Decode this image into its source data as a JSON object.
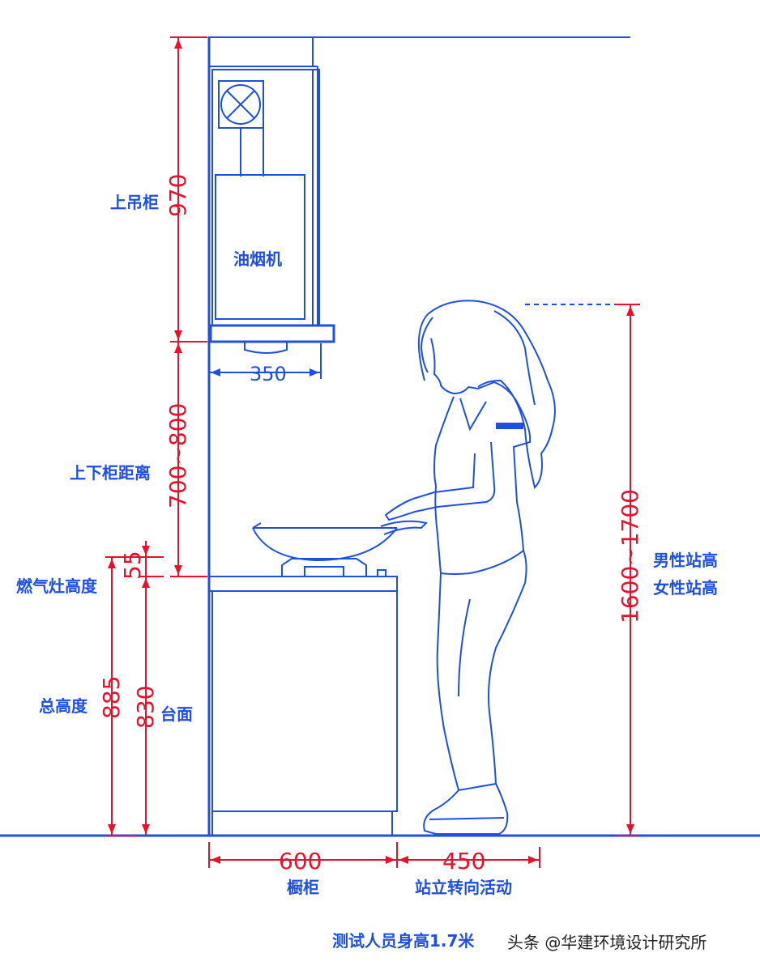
{
  "labels": {
    "upper_cabinet": "上吊柜",
    "range_hood": "油烟机",
    "cabinet_gap": "上下柜距离",
    "stove_height": "燃气灶高度",
    "total_height": "总高度",
    "countertop": "台面",
    "male_standing": "男性站高",
    "female_standing": "女性站高",
    "base_cabinet": "橱柜",
    "standing_turn": "站立转向活动"
  },
  "dimensions": {
    "upper_970": "970",
    "hood_depth_350": "350",
    "gap_700_800": "700~800",
    "stove_55": "55",
    "total_885": "885",
    "counter_830": "830",
    "person_1600_1700": "1600~1700",
    "cabinet_600": "600",
    "space_450": "450"
  },
  "footer": {
    "note": "测试人员身高1.7米",
    "source": "头条 @华建环境设计研究所"
  },
  "colors": {
    "line": "#1f4fe0",
    "dimension": "#e8102a"
  }
}
